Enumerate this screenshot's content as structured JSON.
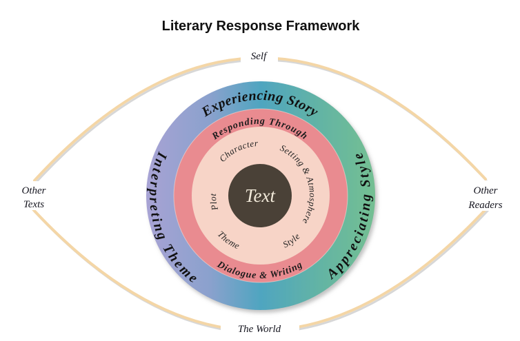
{
  "title": "Literary Response Framework",
  "eye": {
    "top_label": "Self",
    "bottom_label": "The World",
    "left_label_lines": [
      "Other",
      "Texts"
    ],
    "right_label_lines": [
      "Other",
      "Readers"
    ]
  },
  "rings": {
    "outer": {
      "top": "Experiencing Story",
      "left": "Interpreting Theme",
      "right": "Appreciating Style"
    },
    "middle": {
      "top": "Responding Through",
      "bottom": "Dialogue & Writing"
    },
    "inner": {
      "top_left": "Character",
      "right": "Setting & Atmosphere",
      "left": "Plot",
      "bottom_left": "Theme",
      "bottom_right": "Style"
    },
    "center": "Text"
  },
  "colors": {
    "outer_ring_gradient_left": "#a8a3d4",
    "outer_ring_gradient_mid": "#4fa5c0",
    "outer_ring_gradient_right": "#74bf92",
    "middle_ring": "#e98b90",
    "inner_ring": "#f7d4c7",
    "center_circle": "#4a4137",
    "eye_outline": "#f4d6a6",
    "outline_shadow": "#c9c9c9",
    "label_text": "#1a1a1a",
    "center_text": "#f1e9d9"
  }
}
